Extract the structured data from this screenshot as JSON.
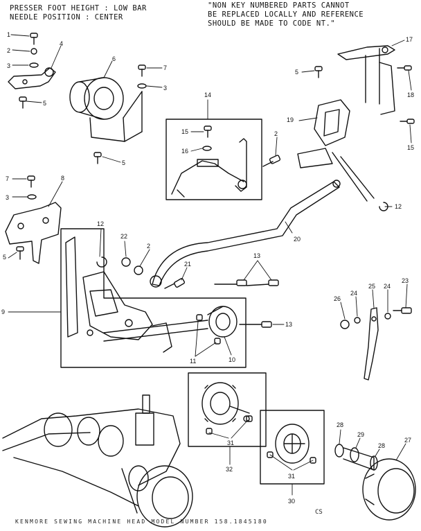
{
  "header": {
    "note_left_line1": "PRESSER FOOT HEIGHT : LOW BAR",
    "note_left_line2": "NEEDLE POSITION : CENTER",
    "note_right_line1": "\"NON KEY NUMBERED PARTS CANNOT",
    "note_right_line2": "BE REPLACED LOCALLY AND REFERENCE",
    "note_right_line3": "SHOULD BE MADE TO CODE NT.\""
  },
  "footer": {
    "caption": "KENMORE SEWING MACHINE HEAD MODEL NUMBER 158.1845180",
    "page_code": "CS"
  },
  "callouts": {
    "c1": "1",
    "c2a": "2",
    "c3a": "3",
    "c4": "4",
    "c5a": "5",
    "c6": "6",
    "c7a": "7",
    "c3b": "3",
    "c5b": "5",
    "c14": "14",
    "c15a": "15",
    "c16": "16",
    "c2b": "2",
    "c17": "17",
    "c5c": "5",
    "c18": "18",
    "c19": "19",
    "c15b": "15",
    "c7b": "7",
    "c3c": "3",
    "c8": "8",
    "c5d": "5",
    "c12a": "12",
    "c22": "22",
    "c2c": "2",
    "c21": "21",
    "c13a": "13",
    "c20": "20",
    "c12b": "12",
    "c9": "9",
    "c11": "11",
    "c10": "10",
    "c13b": "13",
    "c26": "26",
    "c24a": "24",
    "c25": "25",
    "c24b": "24",
    "c23": "23",
    "c32": "32",
    "c31a": "31",
    "c31b": "31",
    "c30": "30",
    "c28a": "28",
    "c29": "29",
    "c28b": "28",
    "c27": "27"
  }
}
